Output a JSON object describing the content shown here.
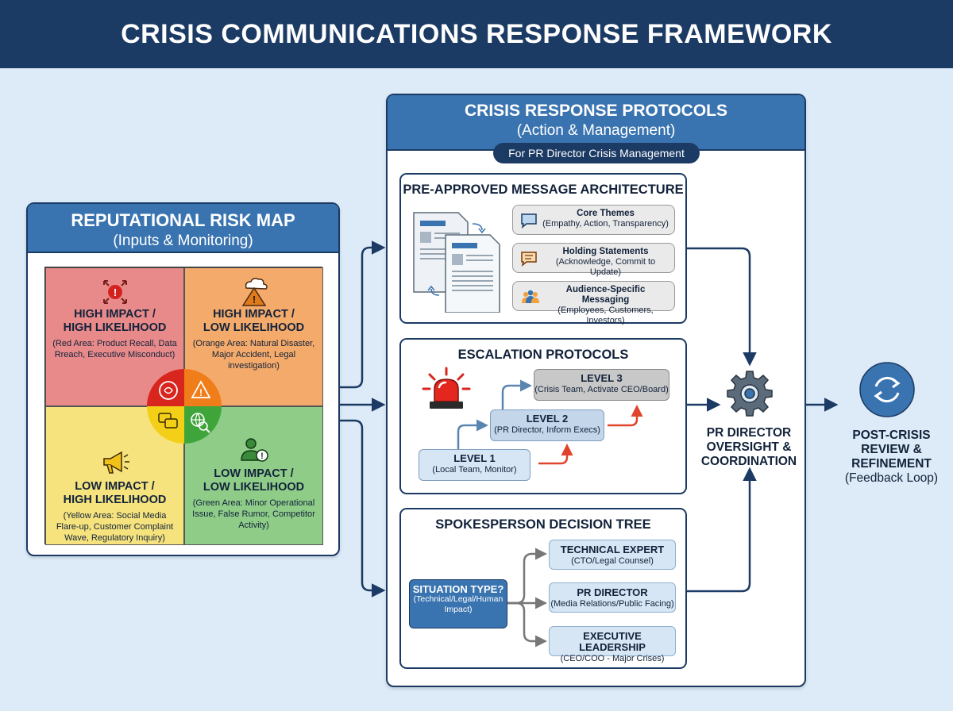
{
  "title": "CRISIS COMMUNICATIONS RESPONSE FRAMEWORK",
  "risk_map": {
    "title": "REPUTATIONAL RISK MAP",
    "subtitle": "(Inputs & Monitoring)",
    "quadrants": [
      {
        "title_l1": "HIGH IMPACT /",
        "title_l2": "HIGH LIKELIHOOD",
        "desc": "(Red Area: Product Recall, Data Rreach, Executive Misconduct)",
        "color": "#e88a8a",
        "icon": "alert-arrows-icon"
      },
      {
        "title_l1": "HIGH IMPACT /",
        "title_l2": "LOW LIKELIHOOD",
        "desc": "(Orange Area: Natural Disaster, Major Accident, Legal investigation)",
        "color": "#f4aa6a",
        "icon": "storm-warning-icon"
      },
      {
        "title_l1": "LOW IMPACT /",
        "title_l2": "HIGH LIKELIHOOD",
        "desc": "(Yellow Area: Social Media Flare-up, Customer Complaint Wave, Regulatory Inquiry)",
        "color": "#f6e37e",
        "icon": "megaphone-icon"
      },
      {
        "title_l1": "LOW IMPACT /",
        "title_l2": "LOW LIKELIHOOD",
        "desc": "(Green Area: Minor Operational Issue, False Rumor, Competitor Activity)",
        "color": "#8fcc88",
        "icon": "person-alert-icon"
      }
    ]
  },
  "protocols": {
    "title": "CRISIS RESPONSE PROTOCOLS",
    "subtitle": "(Action & Management)",
    "pill": "For PR Director Crisis Management",
    "message_architecture": {
      "title": "PRE-APPROVED MESSAGE ARCHITECTURE",
      "items": [
        {
          "title": "Core Themes",
          "desc": "(Empathy, Action, Transparency)",
          "icon": "speech-bubble-icon"
        },
        {
          "title": "Holding Statements",
          "desc": "(Acknowledge, Commit to Update)",
          "icon": "document-bubble-icon"
        },
        {
          "title": "Audience-Specific Messaging",
          "desc": "(Employees, Customers, Investors)",
          "icon": "audience-icon"
        }
      ]
    },
    "escalation": {
      "title": "ESCALATION PROTOCOLS",
      "levels": [
        {
          "title": "LEVEL 1",
          "desc": "(Local Team, Monitor)",
          "color": "#d6e6f4"
        },
        {
          "title": "LEVEL 2",
          "desc": "(PR Director, Inform Execs)",
          "color": "#c3d6ea"
        },
        {
          "title": "LEVEL 3",
          "desc": "(Crisis Team, Activate CEO/Board)",
          "color": "#c8c8c8"
        }
      ]
    },
    "spokesperson": {
      "title": "SPOKESPERSON DECISION TREE",
      "situation_title": "SITUATION TYPE?",
      "situation_desc": "(Technical/Legal/Human Impact)",
      "options": [
        {
          "title": "TECHNICAL EXPERT",
          "desc": "(CTO/Legal Counsel)"
        },
        {
          "title": "PR DIRECTOR",
          "desc": "(Media Relations/Public Facing)"
        },
        {
          "title": "EXECUTIVE LEADERSHIP",
          "desc": "(CEO/COO - Major Crises)"
        }
      ]
    }
  },
  "oversight": {
    "l1": "PR DIRECTOR",
    "l2": "OVERSIGHT &",
    "l3": "COORDINATION"
  },
  "post_crisis": {
    "l1": "POST-CRISIS",
    "l2": "REVIEW &",
    "l3": "REFINEMENT",
    "l4": "(Feedback Loop)"
  },
  "colors": {
    "navy": "#1b3a64",
    "blue": "#3a74b0",
    "background": "#dcebf7",
    "red_arrow": "#e0442c"
  }
}
